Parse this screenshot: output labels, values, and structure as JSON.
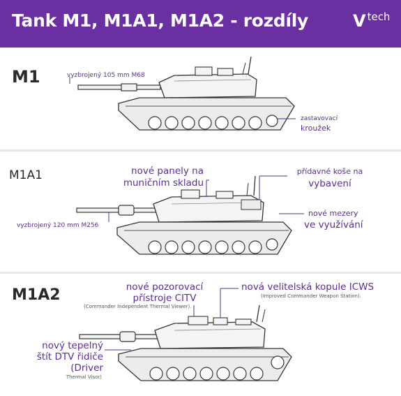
{
  "header": {
    "title": "Tank M1, M1A1, M1A2 - rozdíly",
    "logo_v": "V",
    "logo_tech": "tech"
  },
  "colors": {
    "header_bg": "#6a2fa0",
    "label": "#5b2d92",
    "divider": "#e6e6ec"
  },
  "m1": {
    "name": "M1",
    "armed": "vyzbrojený 105 mm M68",
    "ring_line1": "zastavovací",
    "ring_line2": "kroužek"
  },
  "m1a1": {
    "name": "M1A1",
    "panels_line1": "nové panely na",
    "panels_line2": "muničním skladu",
    "baskets_line1": "přídavné koše na",
    "baskets_line2": "vybavení",
    "armed": "vyzbrojený 120 mm M256",
    "gaps_line1": "nové mezery",
    "gaps_line2": "ve využívání"
  },
  "m1a2": {
    "name": "M1A2",
    "citv_line1": "nové pozorovací",
    "citv_line2": "přístroje CITV",
    "citv_sub": "(Commander Independent Thermal Viewer).",
    "icws_line1": "nová velitelská kopule ICWS",
    "icws_sub": "(Improved Commander Weapon Station).",
    "dtv_line1": "nový tepelný",
    "dtv_line2": "štít DTV řidiče",
    "dtv_line3": "(Driver",
    "dtv_sub": "Thermal Visor)"
  }
}
